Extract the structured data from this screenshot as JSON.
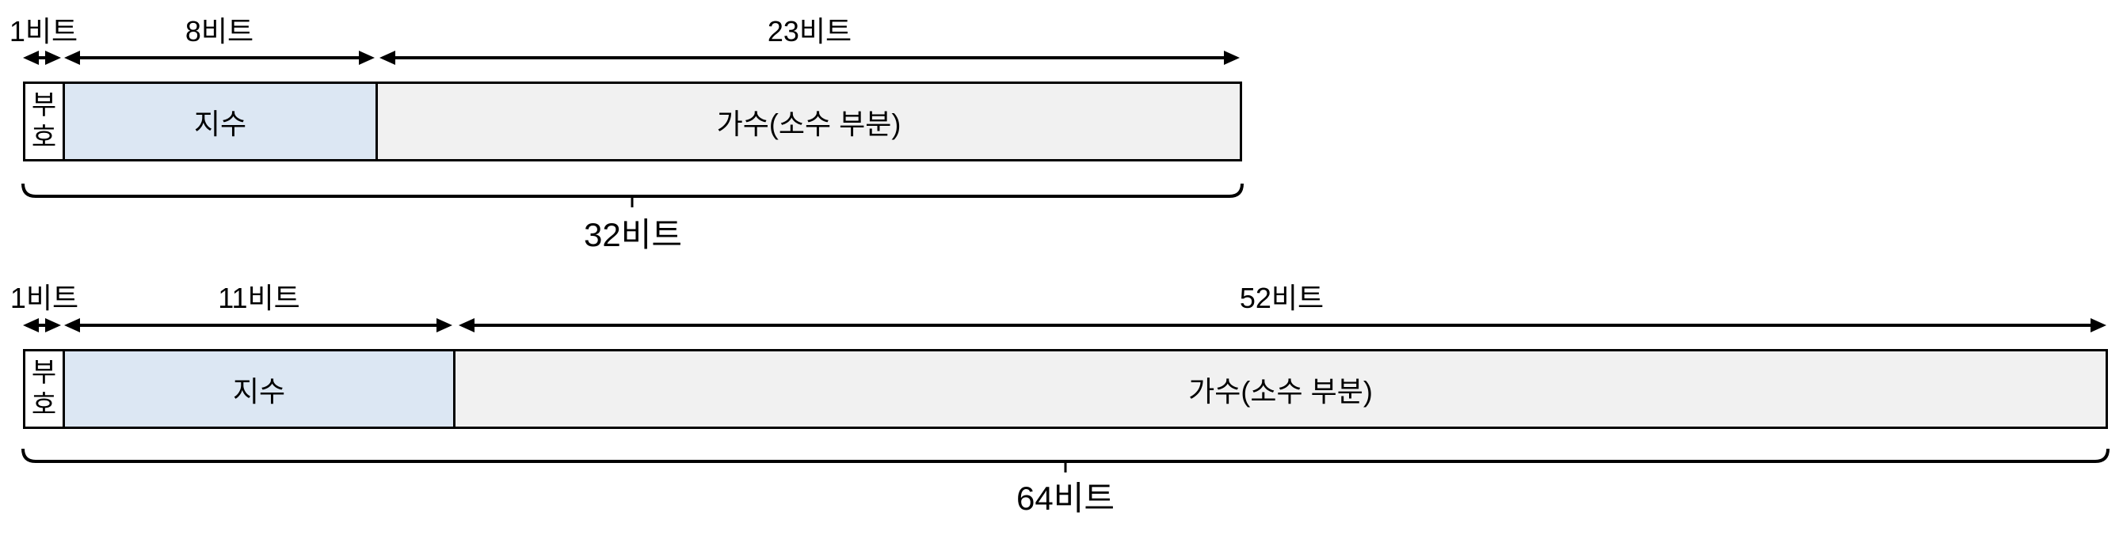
{
  "colors": {
    "exponent_fill": "#dce7f3",
    "mantissa_fill": "#f1f1f1",
    "sign_fill": "#ffffff",
    "line": "#000000"
  },
  "diagrams": [
    {
      "name": "single-precision-32bit",
      "sign_bits_label": "1비트",
      "exponent_bits_label": "8비트",
      "mantissa_bits_label": "23비트",
      "sign_label": "부호",
      "exponent_label": "지수",
      "mantissa_label": "가수(소수 부분)",
      "total_label": "32비트"
    },
    {
      "name": "double-precision-64bit",
      "sign_bits_label": "1비트",
      "exponent_bits_label": "11비트",
      "mantissa_bits_label": "52비트",
      "sign_label": "부호",
      "exponent_label": "지수",
      "mantissa_label": "가수(소수 부분)",
      "total_label": "64비트"
    }
  ]
}
